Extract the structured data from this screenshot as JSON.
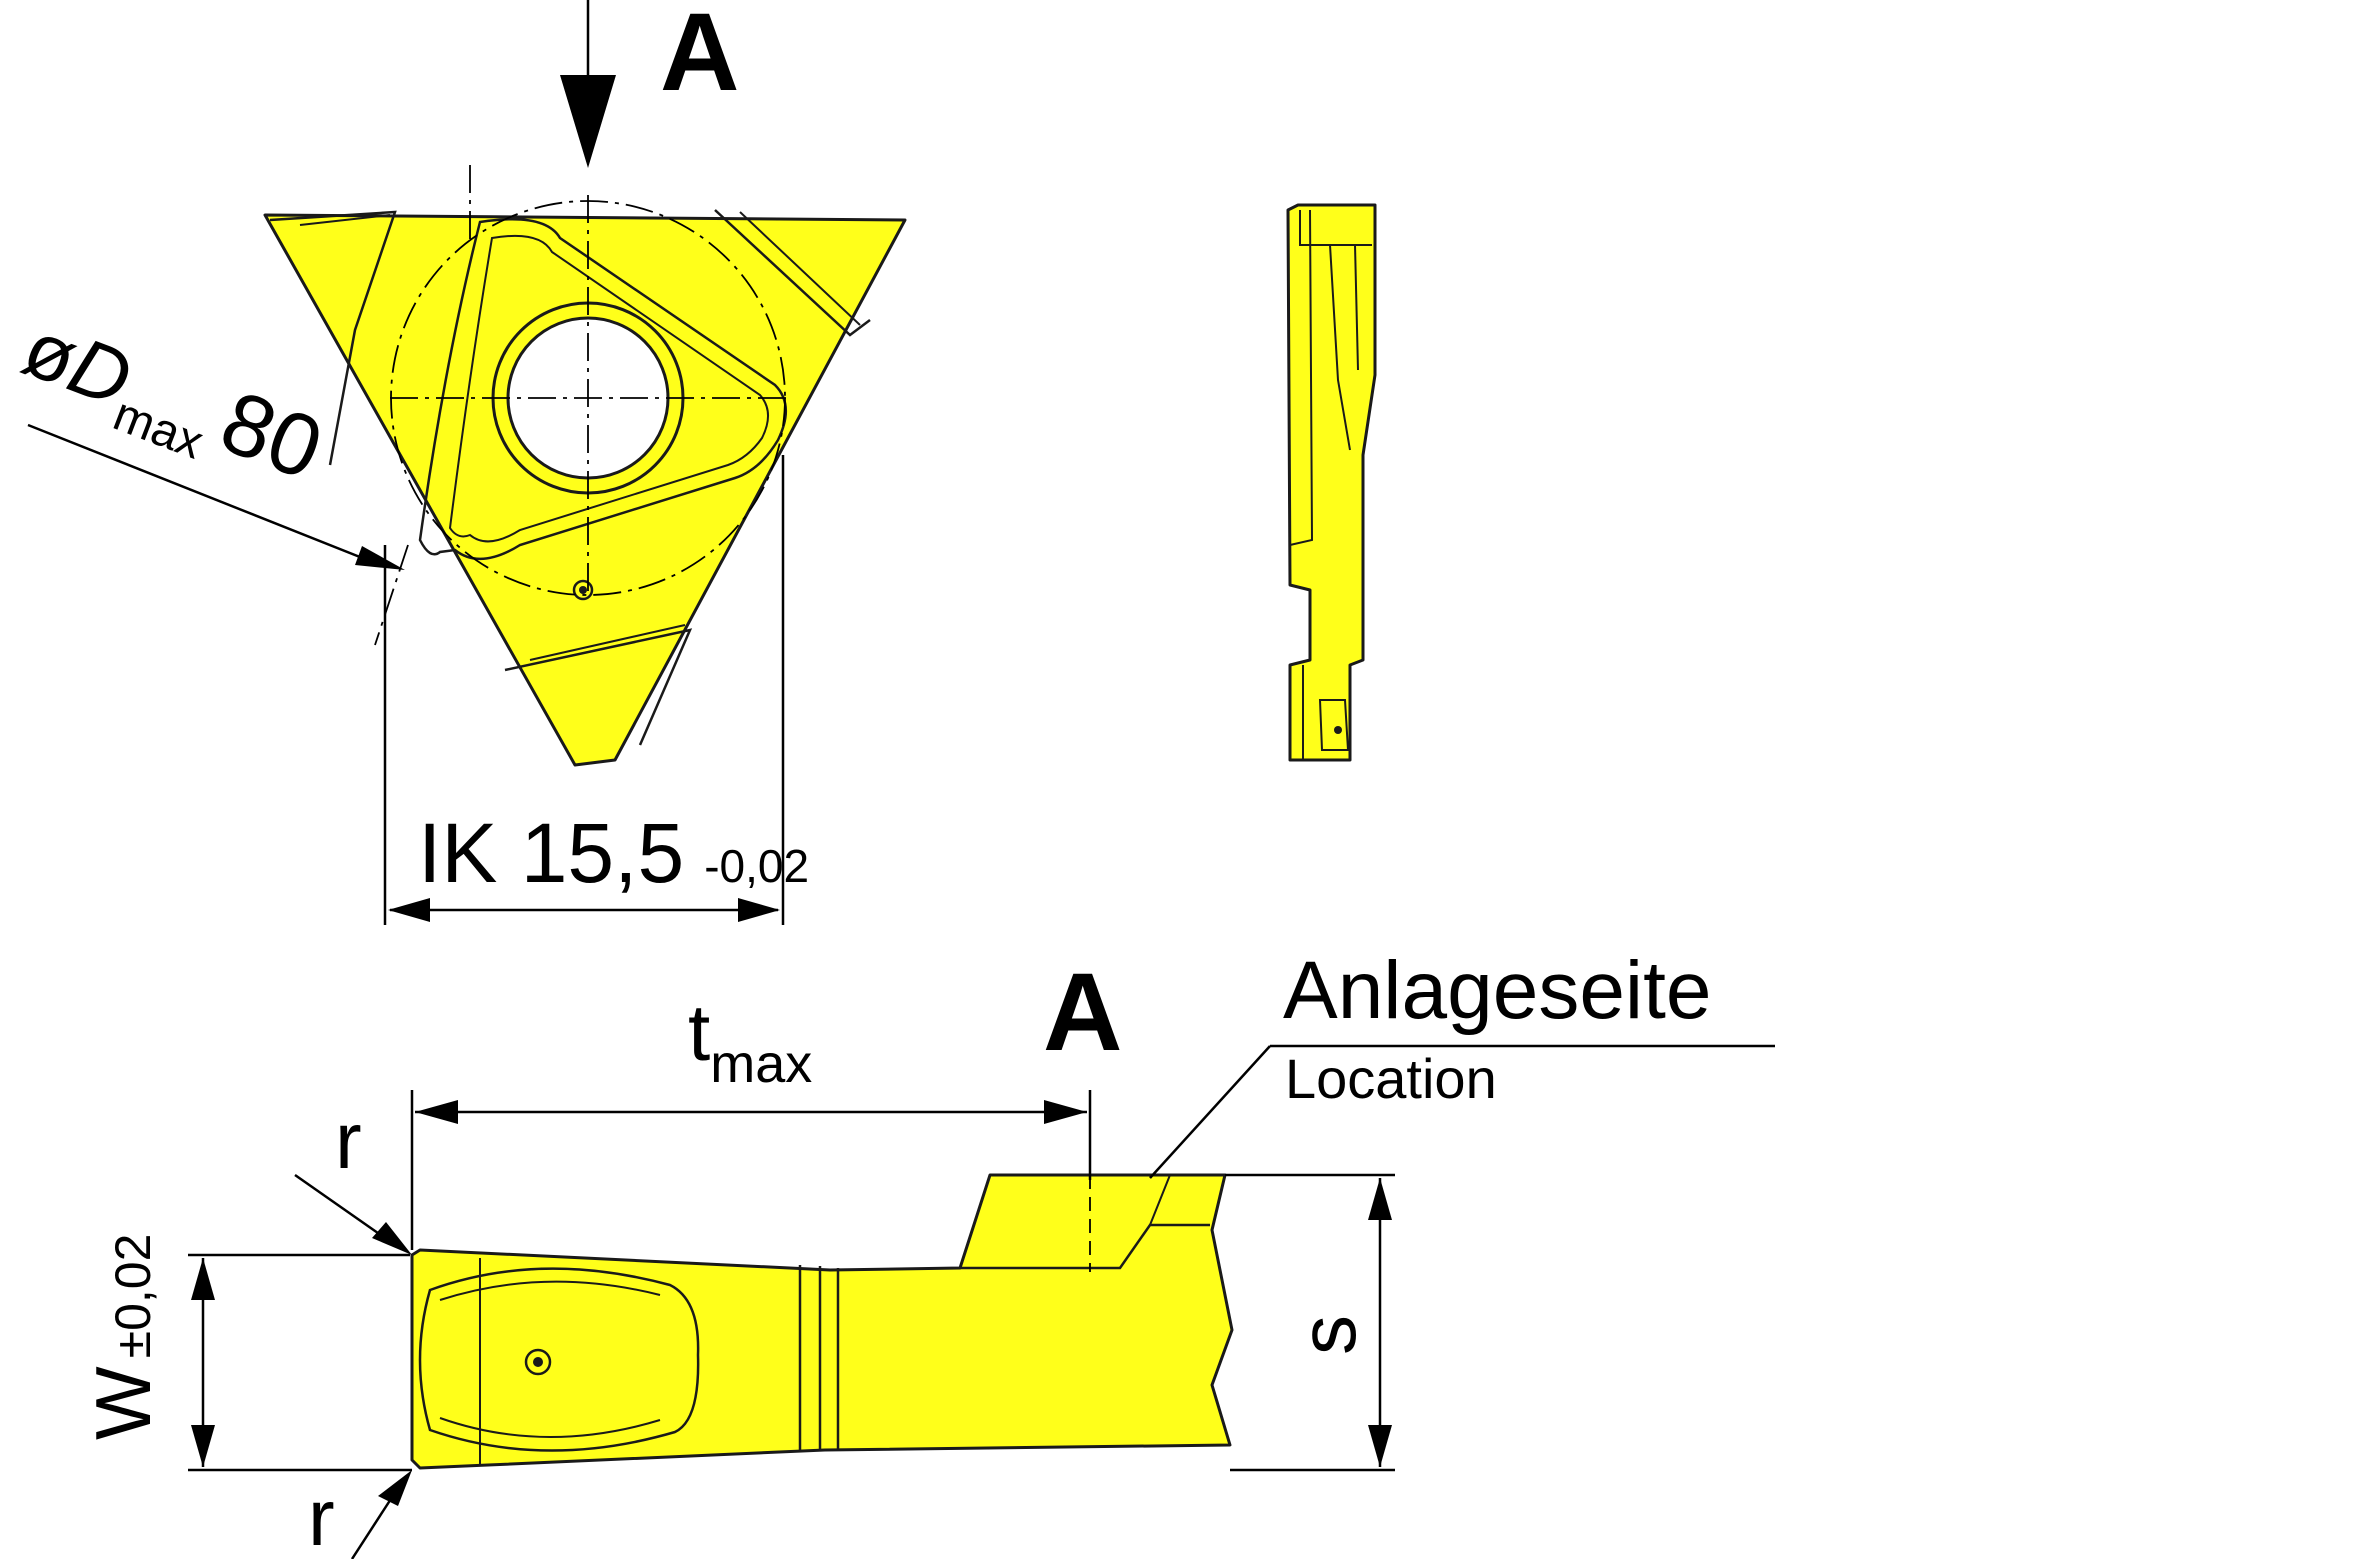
{
  "labels": {
    "view_mark_top": "A",
    "diameter_symbol": "ø",
    "diameter_letter": "D",
    "diameter_sub": "max",
    "diameter_value": "80",
    "ik_main": "IK 15,5",
    "ik_tol": "-0,02",
    "tmax_letter": "t",
    "tmax_sub": "max",
    "view_mark_bottom": "A",
    "anlageseite": "Anlageseite",
    "location": "Location",
    "r_top": "r",
    "r_bottom": "r",
    "w_letter": "W",
    "w_tol": "±0,02",
    "s_label": "s"
  },
  "colors": {
    "insert_fill": "#ffff1a",
    "line": "#1a1a1a"
  }
}
